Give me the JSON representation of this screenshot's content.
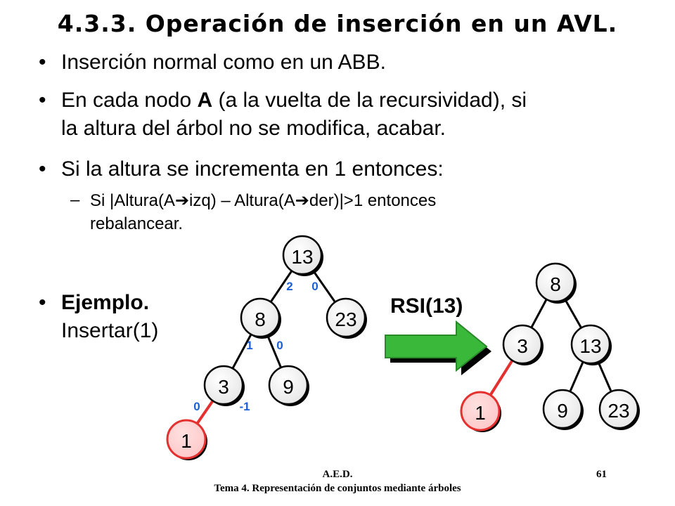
{
  "slide": {
    "title": "4.3.3. Operación de inserción en un AVL.",
    "bullets": [
      {
        "text": "Inserción normal como en un ABB."
      },
      {
        "line1_pre": "En cada nodo ",
        "line1_bold": "A",
        "line1_post": " (a la vuelta de la recursividad), si",
        "line2": "la altura del árbol no se modifica, acabar."
      },
      {
        "text": "Si la altura se incrementa en 1 entonces:"
      }
    ],
    "sub_bullet": {
      "pre": "Si |Altura(A",
      "mid": "izq) – Altura(A",
      "post": "der)|>1 entonces",
      "line2": "rebalancear."
    },
    "example": {
      "bold": "Ejemplo.",
      "line2": "Insertar(1)"
    },
    "rotation_label": "RSI(13)"
  },
  "tree_before": {
    "nodes": {
      "n13": "13",
      "n8": "8",
      "n23": "23",
      "n3": "3",
      "n9": "9",
      "n1": "1"
    },
    "balance": {
      "b13_left": "2",
      "b13_right": "0",
      "b8_left": "1",
      "b8_right": "0",
      "b3_left": "0",
      "b3_right": "-1"
    }
  },
  "tree_after": {
    "nodes": {
      "n8": "8",
      "n3": "3",
      "n13": "13",
      "n1": "1",
      "n9": "9",
      "n23": "23"
    }
  },
  "colors": {
    "new_node": "#f04040",
    "balance_factor": "#1a5fd6",
    "arrow": "#3ab83a"
  },
  "footer": {
    "left": "A.E.D.",
    "right": "61",
    "subtitle": "Tema 4. Representación de conjuntos mediante árboles"
  }
}
